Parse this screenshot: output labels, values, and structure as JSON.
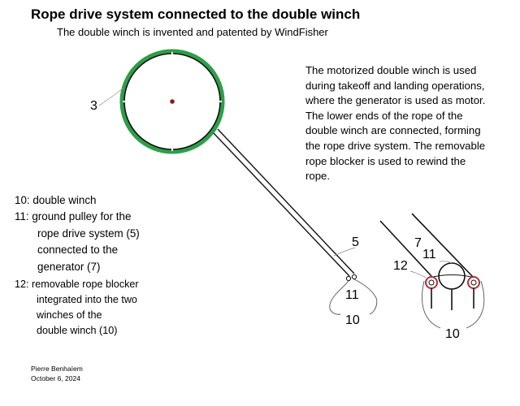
{
  "title": "Rope drive system connected to the double winch",
  "subtitle": "The double winch is invented and patented by WindFisher",
  "description": "The motorized double winch is used during takeoff and landing operations, where the generator is used as motor. The lower ends of the rope of the double winch are connected, forming the rope drive system. The removable rope blocker is used to rewind the rope.",
  "legend": [
    {
      "lines": [
        "10: double winch"
      ]
    },
    {
      "lines": [
        "11: ground pulley for the",
        "rope drive system (5)",
        "connected to the",
        "generator (7)"
      ]
    },
    {
      "lines": [
        "12: removable rope blocker",
        "integrated into the two",
        "winches of the",
        "double winch (10)"
      ]
    }
  ],
  "labels": {
    "drum": "3",
    "rope": "5",
    "pulley": "11",
    "winch": "10",
    "generator_side": "7",
    "pulley_side": "11",
    "blocker_side": "12",
    "winch_side": "10"
  },
  "author": {
    "name": "Pierre Benhaïem",
    "date": "October 6, 2024"
  },
  "colors": {
    "drum_ring": "#2e9e49",
    "hub_dot": "#8b1a1a",
    "blocker": "#b0303a"
  }
}
